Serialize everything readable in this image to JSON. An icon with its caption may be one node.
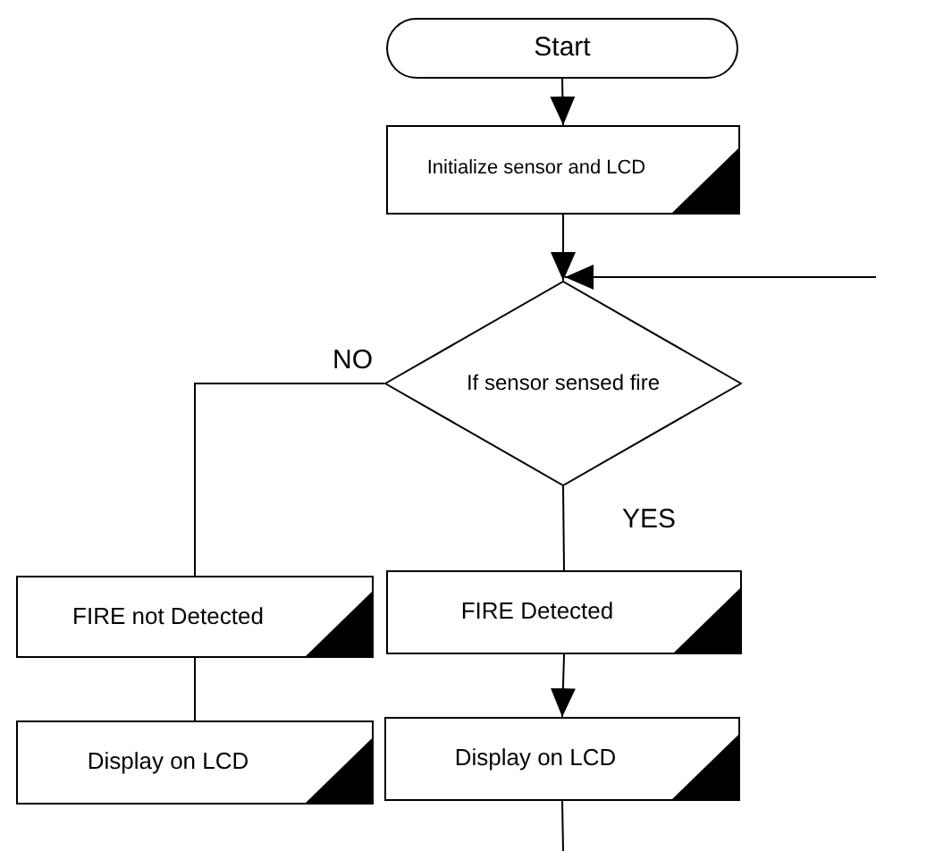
{
  "diagram": {
    "nodes": [
      {
        "text": [
          "Start"
        ]
      },
      {
        "text": [
          "Initialize sensor and LCD"
        ]
      },
      {
        "text": [
          "If sensor sensed fire"
        ]
      },
      {
        "text": [
          "FIRE not Detected"
        ]
      },
      {
        "text": [
          "FIRE Detected"
        ]
      },
      {
        "text": [
          "Display on LCD"
        ]
      },
      {
        "text": [
          "Display on LCD"
        ]
      }
    ],
    "edges": [
      {
        "from": 0,
        "to": 1,
        "arrow": "to"
      },
      {
        "from": 1,
        "to": 2,
        "arrow": "to"
      },
      {
        "from": null,
        "to": 2,
        "arrow": "to"
      },
      {
        "from": 2,
        "to": 3,
        "arrow": "none",
        "label": "NO"
      },
      {
        "from": 2,
        "to": 4,
        "arrow": "none",
        "label": "YES"
      },
      {
        "from": 4,
        "to": 6,
        "arrow": "to"
      },
      {
        "from": 3,
        "to": 5,
        "arrow": "none"
      },
      {
        "from": 6,
        "to": null,
        "arrow": "none"
      }
    ]
  }
}
